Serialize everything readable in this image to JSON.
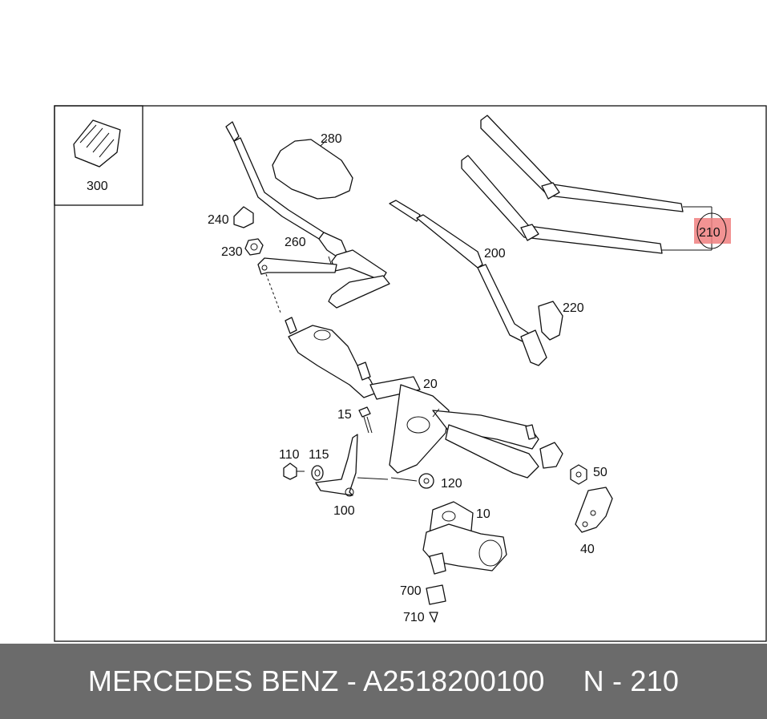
{
  "labels": {
    "l300": "300",
    "l280": "280",
    "l240": "240",
    "l230": "230",
    "l260": "260",
    "l200": "200",
    "l220": "220",
    "l210": "210",
    "l20": "20",
    "l15": "15",
    "l110": "110",
    "l115": "115",
    "l120": "120",
    "l100": "100",
    "l10": "10",
    "l50": "50",
    "l40": "40",
    "l700": "700",
    "l710": "710"
  },
  "footer": {
    "part_text": "MERCEDES BENZ - A2518200100",
    "ref_text": "N - 210"
  },
  "colors": {
    "highlight": "#f08080",
    "footer_bg": "#6b6b6b"
  }
}
